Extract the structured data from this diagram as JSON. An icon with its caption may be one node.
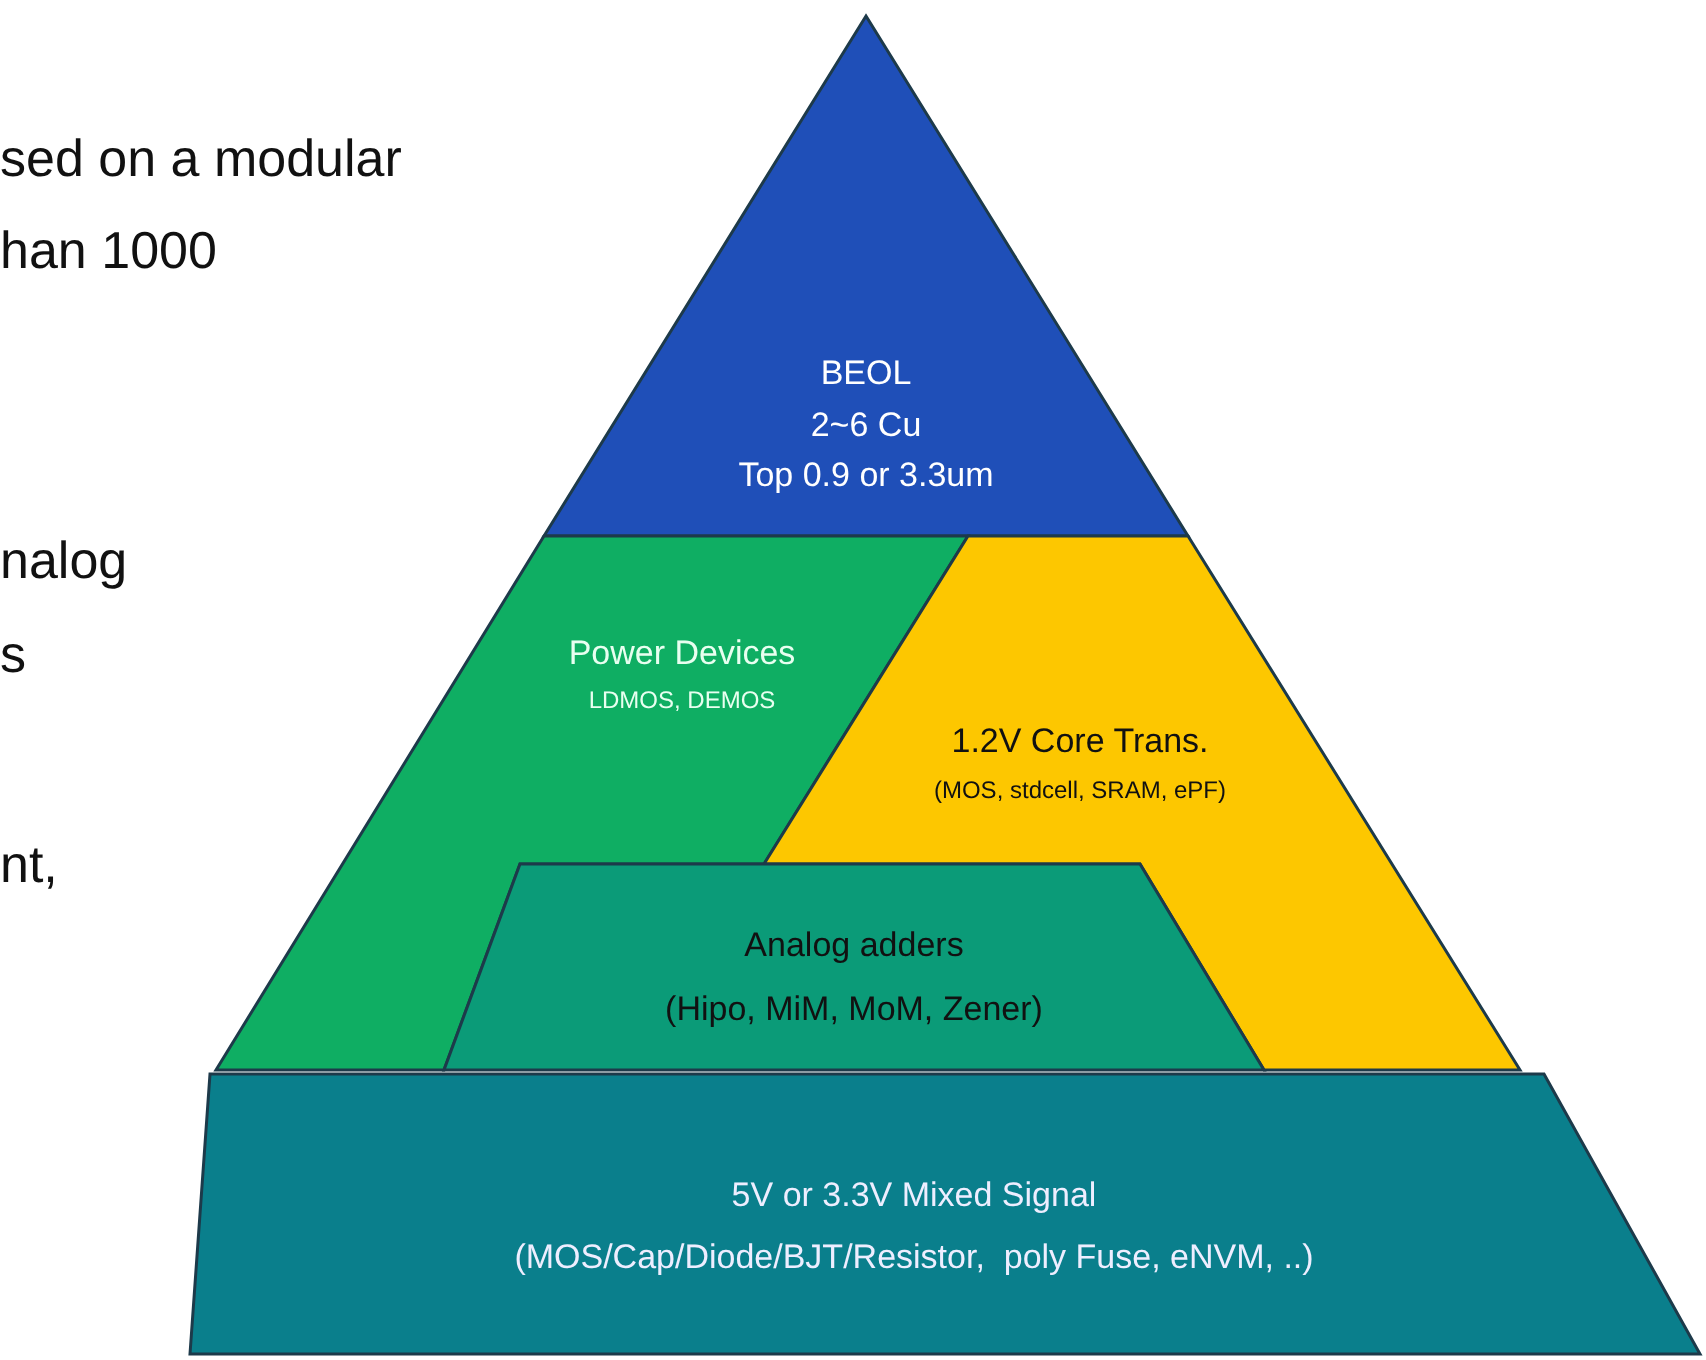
{
  "diagram": {
    "nodes": [
      {
        "text": [
          "BEOL",
          "2~6 Cu",
          "Top 0.9 or 3.3um"
        ]
      },
      {
        "text": [
          "Power Devices",
          "LDMOS, DEMOS"
        ]
      },
      {
        "text": [
          "1.2V Core Trans.",
          "(MOS, stdcell, SRAM, ePF)"
        ]
      },
      {
        "text": [
          "Analog adders",
          "(Hipo, MiM, MoM, Zener)"
        ]
      },
      {
        "text": [
          "5V or 3.3V Mixed Signal",
          "(MOS/Cap/Diode/BJT/Resistor,  poly Fuse, eNVM, ..)"
        ]
      }
    ],
    "labels": [
      "sed on a modular",
      "han 1000",
      "nalog",
      "s",
      "nt,"
    ]
  }
}
